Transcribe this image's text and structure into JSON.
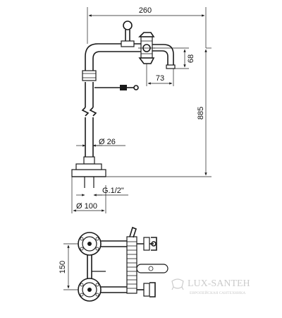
{
  "dimensions": {
    "width_total": "260",
    "spout_drop": "68",
    "spout_projection": "73",
    "overall_height": "885",
    "pipe_diameter": "Ø 26",
    "thread": "G.1/2\"",
    "base_diameter": "Ø 100",
    "bottom_spacing": "150"
  },
  "watermark": {
    "brand": "LUX-SANTEH",
    "tagline": "ЕВРОПЕЙСКАЯ САНТЕХНИКА"
  },
  "colors": {
    "line": "#1a1a1a",
    "watermark": "#c9c9c9"
  }
}
